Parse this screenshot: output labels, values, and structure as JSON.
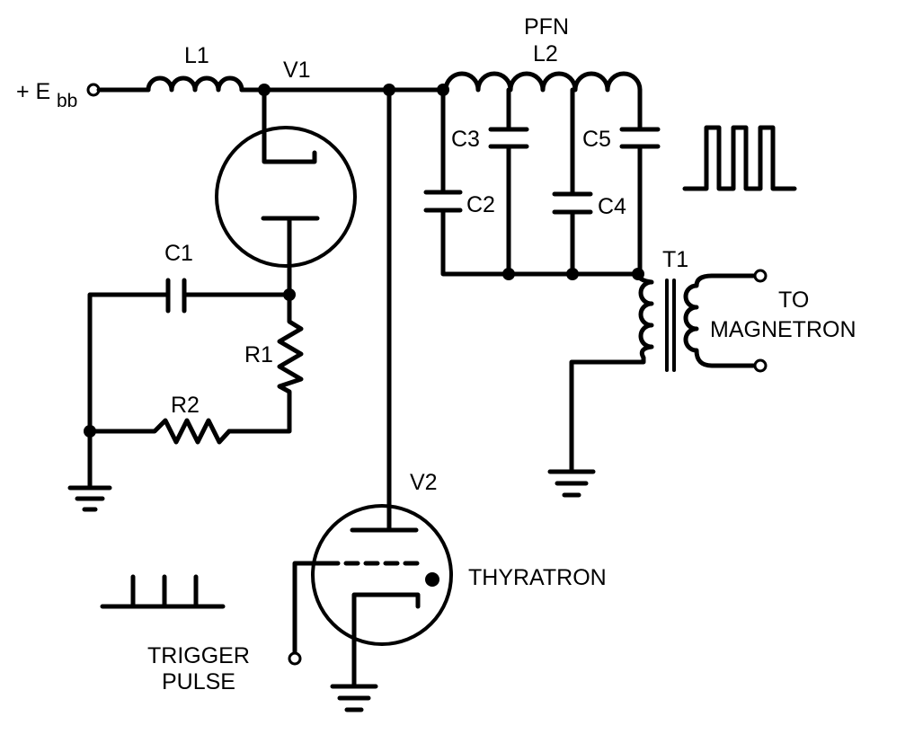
{
  "labels": {
    "ebb_prefix": "+ E",
    "ebb_sub": "bb",
    "l1": "L1",
    "v1": "V1",
    "pfn": "PFN",
    "l2": "L2",
    "c1": "C1",
    "c2": "C2",
    "c3": "C3",
    "c4": "C4",
    "c5": "C5",
    "r1": "R1",
    "r2": "R2",
    "t1": "T1",
    "to": "TO",
    "magnetron": "MAGNETRON",
    "v2": "V2",
    "thyratron": "THYRATRON",
    "trigger": "TRIGGER",
    "pulse": "PULSE"
  },
  "colors": {
    "ink": "#000000",
    "paper": "#ffffff"
  }
}
